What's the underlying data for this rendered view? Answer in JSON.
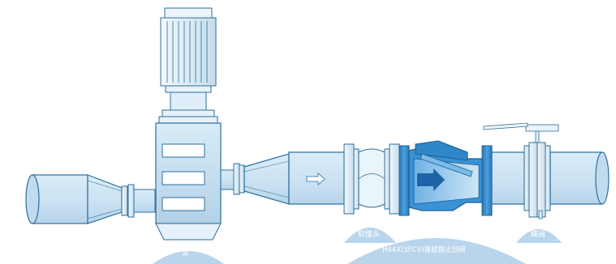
{
  "labels": {
    "pump": "泵",
    "flexible_joint": "软接头",
    "check_valve": "H44X(SFCV)橡胶摒止回阀",
    "butterfly_valve": "蝶阀"
  },
  "colors": {
    "pipe": "#c9e0ef",
    "pipe_dark": "#9fc3dc",
    "outline": "#2d6f9d",
    "valve_body": "#2f86c8",
    "label_bg": "#b7d3ea"
  }
}
